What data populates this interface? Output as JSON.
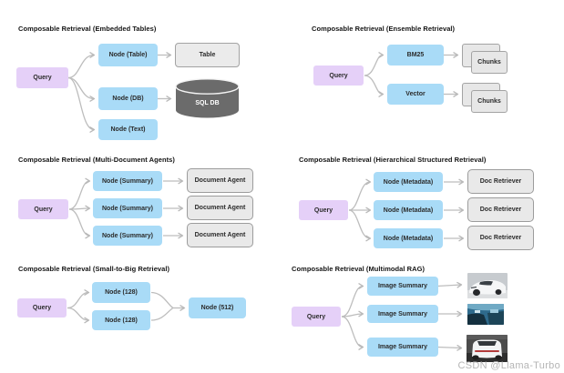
{
  "watermark": "CSDN @Llama-Turbo",
  "colors": {
    "query_fill": "#E5D0F8",
    "node_fill": "#A9DBF7",
    "gray_box_fill": "#EBEBEB",
    "gray_box_border": "#A3A3A3",
    "db_cylinder_fill": "#6B6B6B",
    "arrow": "#B8B8B8",
    "title_text": "#141414",
    "watermark_text": "#B5B5B5"
  },
  "panels": [
    {
      "id": "embedded-tables",
      "title": "Composable Retrieval (Embedded Tables)",
      "query": "Query",
      "nodes": [
        "Node (Table)",
        "Node (DB)",
        "Node (Text)"
      ],
      "targets": [
        "Table",
        "SQL DB"
      ]
    },
    {
      "id": "ensemble-retrieval",
      "title": "Composable Retrieval (Ensemble Retrieval)",
      "query": "Query",
      "nodes": [
        "BM25",
        "Vector"
      ],
      "targets": [
        "Chunks",
        "Chunks"
      ]
    },
    {
      "id": "multi-document-agents",
      "title": "Composable Retrieval (Multi-Document Agents)",
      "query": "Query",
      "nodes": [
        "Node (Summary)",
        "Node (Summary)",
        "Node (Summary)"
      ],
      "targets": [
        "Document Agent",
        "Document Agent",
        "Document Agent"
      ]
    },
    {
      "id": "hierarchical-structured-retrieval",
      "title": "Composable Retrieval (Hierarchical Structured Retrieval)",
      "query": "Query",
      "nodes": [
        "Node (Metadata)",
        "Node (Metadata)",
        "Node (Metadata)"
      ],
      "targets": [
        "Doc Retriever",
        "Doc Retriever",
        "Doc Retriever"
      ]
    },
    {
      "id": "small-to-big-retrieval",
      "title": "Composable Retrieval (Small-to-Big Retrieval)",
      "query": "Query",
      "nodes": [
        "Node (128)",
        "Node (128)"
      ],
      "targets": [
        "Node (512)"
      ]
    },
    {
      "id": "multimodal-rag",
      "title": "Composable Retrieval (Multimodal RAG)",
      "query": "Query",
      "nodes": [
        "Image Summary",
        "Image Summary",
        "Image Summary"
      ],
      "icons": [
        "car-front-photo",
        "car-interior-photo",
        "car-rear-photo"
      ]
    }
  ]
}
